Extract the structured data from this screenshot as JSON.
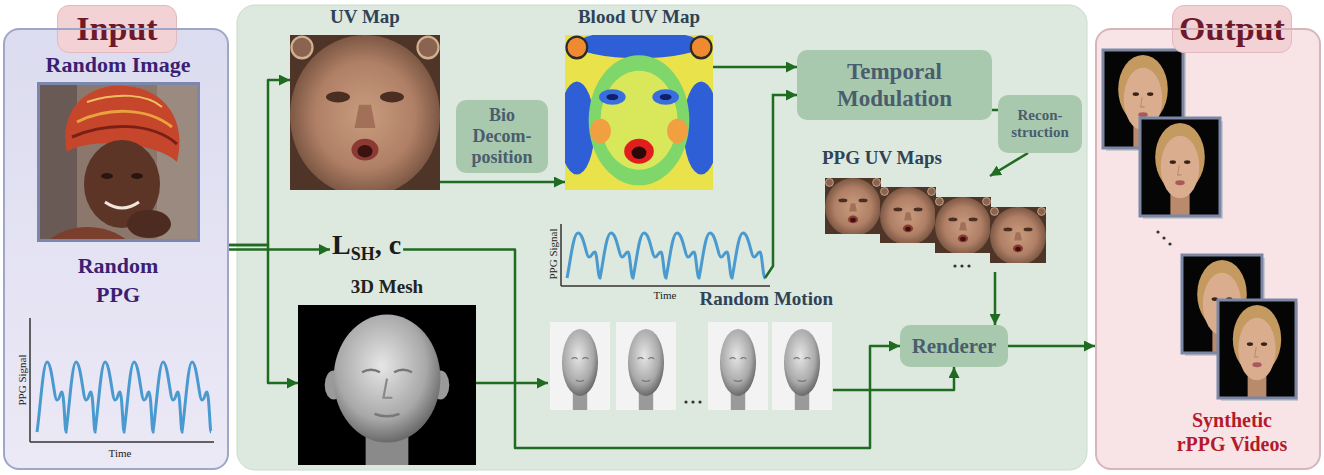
{
  "diagram": {
    "nodes": [
      {
        "text": [
          "Input"
        ]
      },
      {
        "text": [
          "Random Image",
          "Random PPG"
        ]
      },
      {
        "text": [
          "UV Map"
        ]
      },
      {
        "text": [
          "Bio Decom- position"
        ]
      },
      {
        "text": [
          "Blood UV Map"
        ]
      },
      {
        "text": [
          "Temporal Modulation"
        ]
      },
      {
        "text": [
          "Recon- struction"
        ]
      },
      {
        "text": [
          "PPG UV Maps"
        ]
      },
      {
        "text": [
          "L",
          "SH",
          ", c"
        ]
      },
      {
        "text": [
          "3D Mesh"
        ]
      },
      {
        "text": [
          "Random Motion"
        ]
      },
      {
        "text": [
          "Renderer"
        ]
      },
      {
        "text": [
          "Output"
        ]
      },
      {
        "text": [
          "Synthetic rPPG Videos"
        ]
      }
    ],
    "edges": [
      {
        "from": 1,
        "to": 2,
        "arrow": "to"
      },
      {
        "from": 1,
        "to": 8,
        "arrow": "to"
      },
      {
        "from": 1,
        "to": 9,
        "arrow": "to"
      },
      {
        "from": 2,
        "to": 4,
        "arrow": "to"
      },
      {
        "from": 4,
        "to": 5,
        "arrow": "to"
      },
      {
        "from": 5,
        "to": 6,
        "arrow": "none"
      },
      {
        "from": 6,
        "to": 7,
        "arrow": "to"
      },
      {
        "from": 7,
        "to": 11,
        "arrow": "to"
      },
      {
        "from": 8,
        "to": 11,
        "arrow": "to"
      },
      {
        "from": 9,
        "to": 10,
        "arrow": "to"
      },
      {
        "from": 10,
        "to": 11,
        "arrow": "to"
      },
      {
        "from": 11,
        "to": 13,
        "arrow": "to"
      }
    ],
    "labels": [
      "PPG Signal",
      "Time",
      "PPG Signal",
      "Time"
    ]
  }
}
